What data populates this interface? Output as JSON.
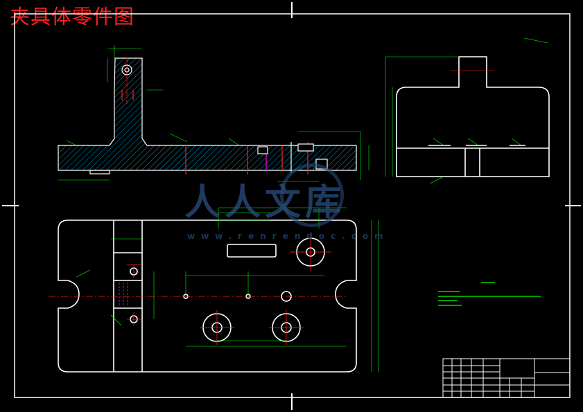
{
  "drawing": {
    "title": "夹具体零件图",
    "watermark": {
      "text": "人人文库",
      "url": "www.renrendoc.com"
    }
  },
  "colors": {
    "background": "#000000",
    "outline": "#ffffff",
    "dimension": "#00ff00",
    "center_line": "#ff2020",
    "hatch": "#00c8ff",
    "magenta": "#ff00ff",
    "title_red": "#ff2020"
  }
}
